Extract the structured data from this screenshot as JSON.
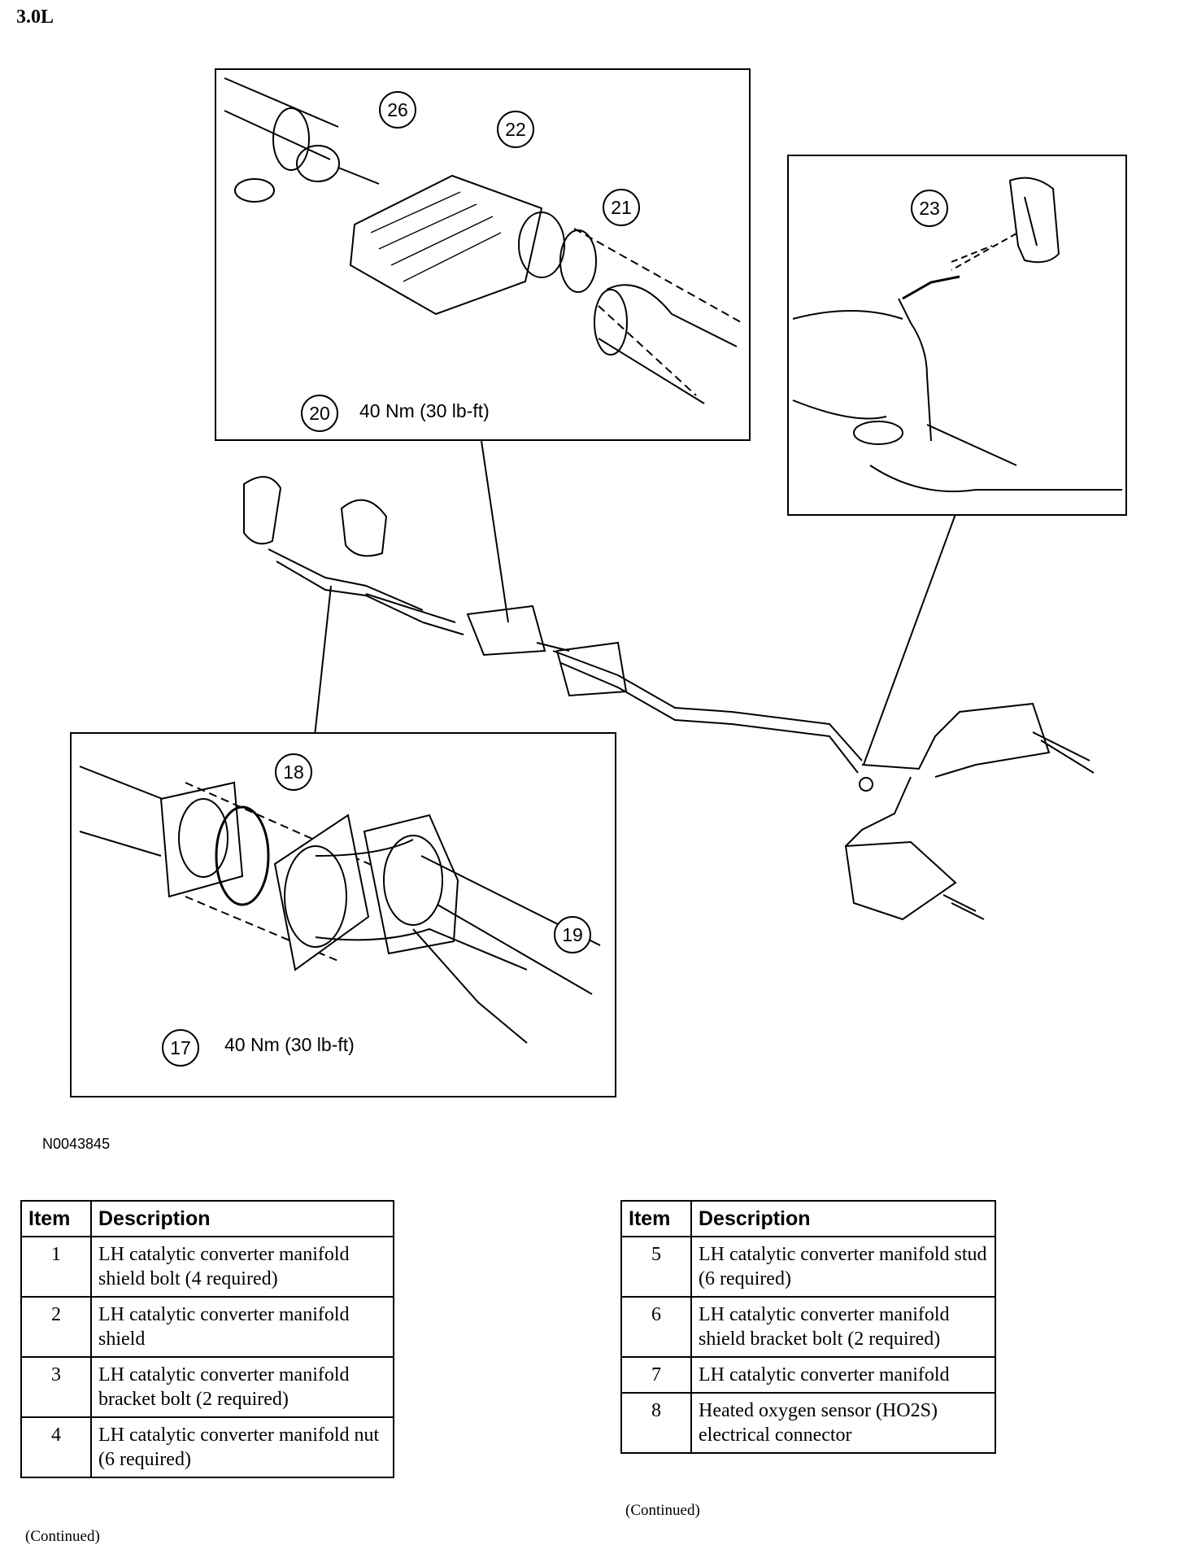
{
  "header": {
    "engine": "3.0L"
  },
  "figure_id": "N0043845",
  "callouts": [
    "17",
    "18",
    "19",
    "20",
    "21",
    "22",
    "23",
    "26"
  ],
  "torque": {
    "upper": "40 Nm (30 lb-ft)",
    "lower": "40 Nm (30 lb-ft)"
  },
  "tables": {
    "left": {
      "headers": [
        "Item",
        "Description"
      ],
      "rows": [
        {
          "item": "1",
          "desc": "LH catalytic converter manifold shield bolt (4 required)"
        },
        {
          "item": "2",
          "desc": "LH catalytic converter manifold shield"
        },
        {
          "item": "3",
          "desc": "LH catalytic converter manifold bracket bolt (2 required)"
        },
        {
          "item": "4",
          "desc": "LH catalytic converter manifold nut (6 required)"
        }
      ],
      "continued": "(Continued)"
    },
    "right": {
      "headers": [
        "Item",
        "Description"
      ],
      "rows": [
        {
          "item": "5",
          "desc": "LH catalytic converter manifold stud (6 required)"
        },
        {
          "item": "6",
          "desc": "LH catalytic converter manifold shield bracket bolt (2 required)"
        },
        {
          "item": "7",
          "desc": "LH catalytic converter manifold"
        },
        {
          "item": "8",
          "desc": "Heated oxygen sensor (HO2S) electrical connector"
        }
      ],
      "continued": "(Continued)"
    }
  }
}
